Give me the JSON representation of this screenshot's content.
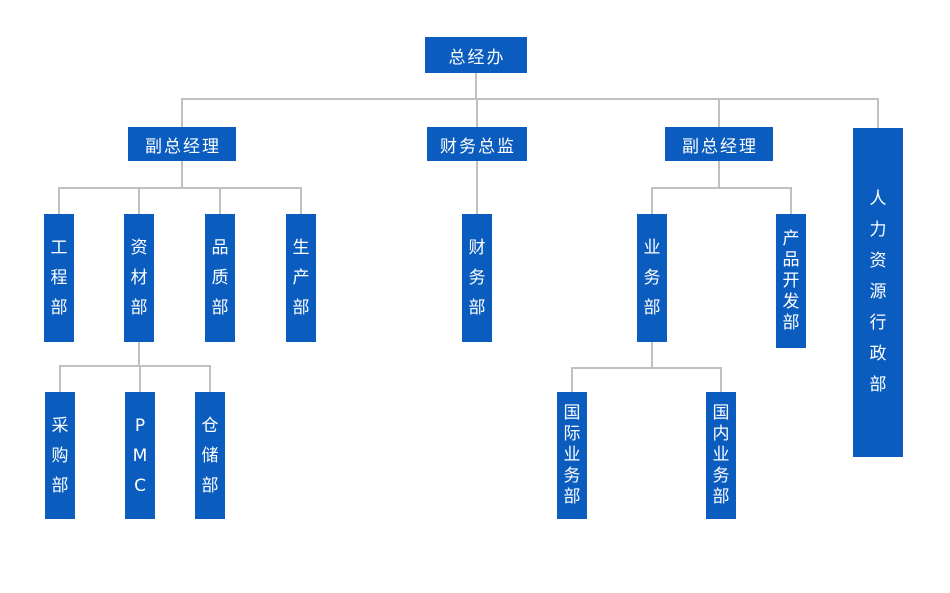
{
  "diagram": {
    "type": "organization-chart",
    "colors": {
      "node_fill": "#0a5cbe",
      "node_text": "#ffffff",
      "connector": "#c0c0c0"
    },
    "tree": {
      "label": "总经办",
      "children": [
        {
          "label": "副总经理",
          "children": [
            {
              "label": "工程部"
            },
            {
              "label": "资材部",
              "children": [
                {
                  "label": "采购部"
                },
                {
                  "label": "PMC"
                },
                {
                  "label": "仓储部"
                }
              ]
            },
            {
              "label": "品质部"
            },
            {
              "label": "生产部"
            }
          ]
        },
        {
          "label": "财务总监",
          "children": [
            {
              "label": "财务部"
            }
          ]
        },
        {
          "label": "副总经理",
          "children": [
            {
              "label": "业务部",
              "children": [
                {
                  "label": "国际业务部"
                },
                {
                  "label": "国内业务部"
                }
              ]
            },
            {
              "label": "产品开发部"
            }
          ]
        },
        {
          "label": "人力资源行政部"
        }
      ]
    }
  }
}
